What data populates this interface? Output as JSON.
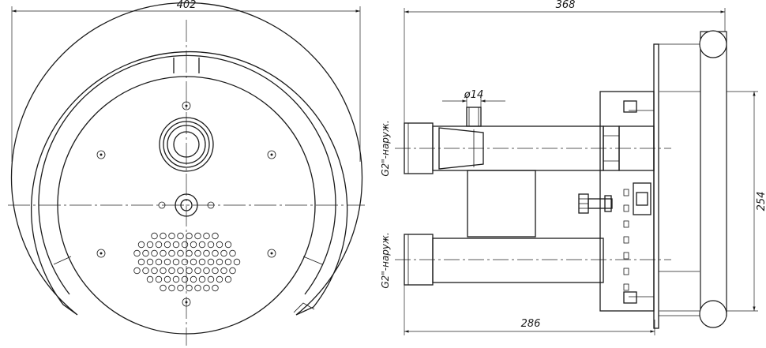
{
  "dimensions": {
    "front_width": "402",
    "side_length": "368",
    "hole_diameter": "ø14",
    "height": "254",
    "body_length": "286"
  },
  "notes": {
    "thread_upper": "G2\"-наруж.",
    "thread_lower": "G2\"-наруж."
  }
}
